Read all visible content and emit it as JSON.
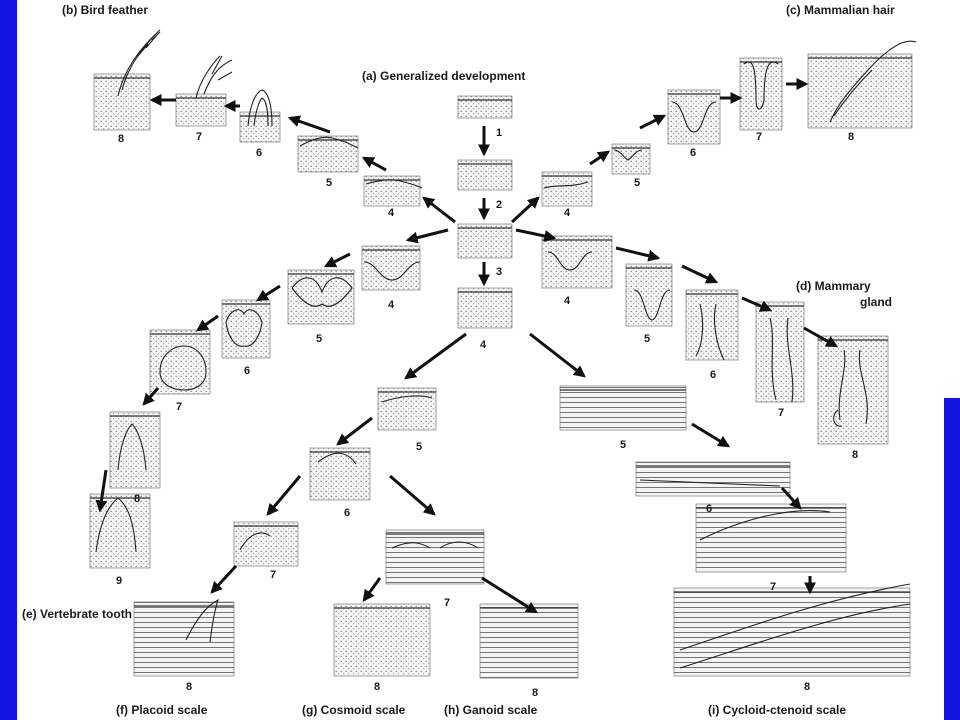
{
  "colors": {
    "side_bar": "#1414e0",
    "background": "#ffffff",
    "ink": "#1a1a1a"
  },
  "labels": {
    "a": "(a)   Generalized development",
    "b": "(b)   Bird   feather",
    "c": "(c)   Mammalian hair",
    "d1": "(d)   Mammary",
    "d2": "gland",
    "e": "(e)   Vertebrate tooth",
    "f": "(f)   Placoid scale",
    "g": "(g)   Cosmoid scale",
    "h": "(h)   Ganoid scale",
    "i": "(i)   Cycloid-ctenoid scale"
  },
  "stages": {
    "a1": "1",
    "a2": "2",
    "a3": "3",
    "a4": "4",
    "b4": "4",
    "b5": "5",
    "b6": "6",
    "b7": "7",
    "b8": "8",
    "c4": "4",
    "c5": "5",
    "c6": "6",
    "c7": "7",
    "c8": "8",
    "t4": "4",
    "t5": "5",
    "t6": "6",
    "t7": "7",
    "t8": "8",
    "t9": "9",
    "m4": "4",
    "m5": "5",
    "m6": "6",
    "m7": "7",
    "m8": "8",
    "s5": "5",
    "s6": "6",
    "s7a": "7",
    "s7b": "7",
    "s8f": "8",
    "s8g": "8",
    "s8h": "8",
    "i5": "5",
    "i6": "6",
    "i7": "7",
    "i8": "8"
  }
}
